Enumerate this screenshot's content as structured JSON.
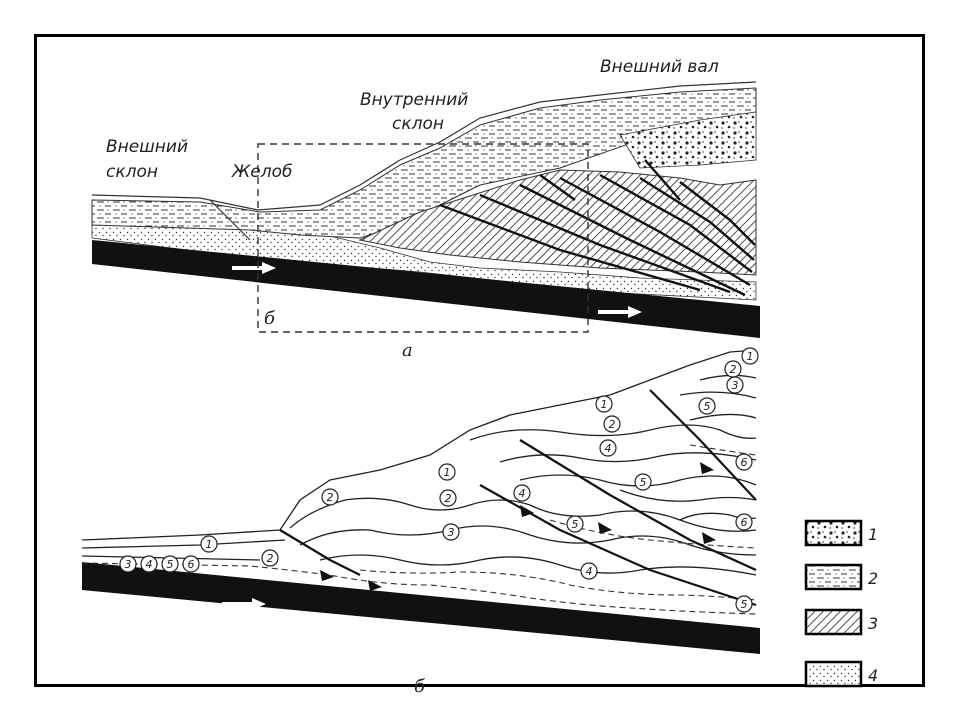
{
  "panel_a": {
    "labels": {
      "outer_slope_1": "Внешний",
      "outer_slope_2": "склон",
      "trench": "Желоб",
      "inner_slope_1": "Внутренний",
      "inner_slope_2": "склон",
      "outer_ridge": "Внешний вал"
    },
    "inset_label": "б",
    "caption": "а"
  },
  "panel_b": {
    "caption": "б",
    "unit_numbers": [
      "1",
      "2",
      "3",
      "4",
      "5",
      "6"
    ]
  },
  "legend": {
    "items": [
      {
        "num": "1",
        "pattern": "conglomerate"
      },
      {
        "num": "2",
        "pattern": "siltstone"
      },
      {
        "num": "3",
        "pattern": "hatched"
      },
      {
        "num": "4",
        "pattern": "sand"
      }
    ]
  }
}
